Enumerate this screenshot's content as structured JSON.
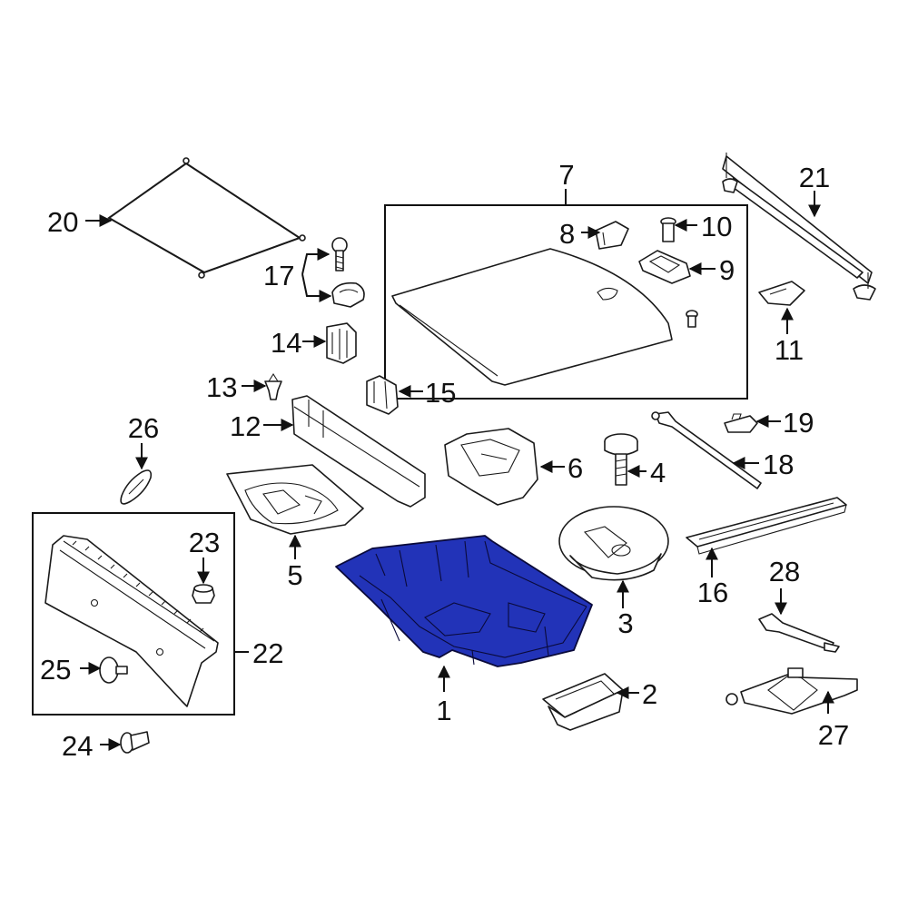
{
  "colors": {
    "highlight": "#2233b8",
    "highlight_dark": "#15207a",
    "line": "#1a1a1a",
    "background": "#ffffff"
  },
  "callouts": {
    "c1": "1",
    "c2": "2",
    "c3": "3",
    "c4": "4",
    "c5": "5",
    "c6": "6",
    "c7": "7",
    "c8": "8",
    "c9": "9",
    "c10": "10",
    "c11": "11",
    "c12": "12",
    "c13": "13",
    "c14": "14",
    "c15": "15",
    "c16": "16",
    "c17": "17",
    "c18": "18",
    "c19": "19",
    "c20": "20",
    "c21": "21",
    "c22": "22",
    "c23": "23",
    "c24": "24",
    "c25": "25",
    "c26": "26",
    "c27": "27",
    "c28": "28"
  },
  "highlighted_part": "1"
}
